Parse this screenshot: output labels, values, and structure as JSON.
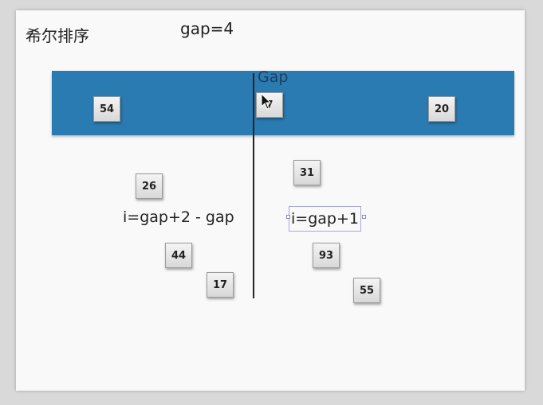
{
  "header": {
    "title": "希尔排序",
    "gap_label": "gap=4"
  },
  "band": {
    "label": "Gap",
    "color": "#2b7bb3"
  },
  "boxes": {
    "b54": "54",
    "b77": "7",
    "b20": "20",
    "b26": "26",
    "b31": "31",
    "b44": "44",
    "b93": "93",
    "b17": "17",
    "b55": "55"
  },
  "expressions": {
    "left": "i=gap+2 - gap",
    "right": "i=gap+1"
  },
  "icons": {
    "cursor": "mouse-pointer-icon"
  }
}
